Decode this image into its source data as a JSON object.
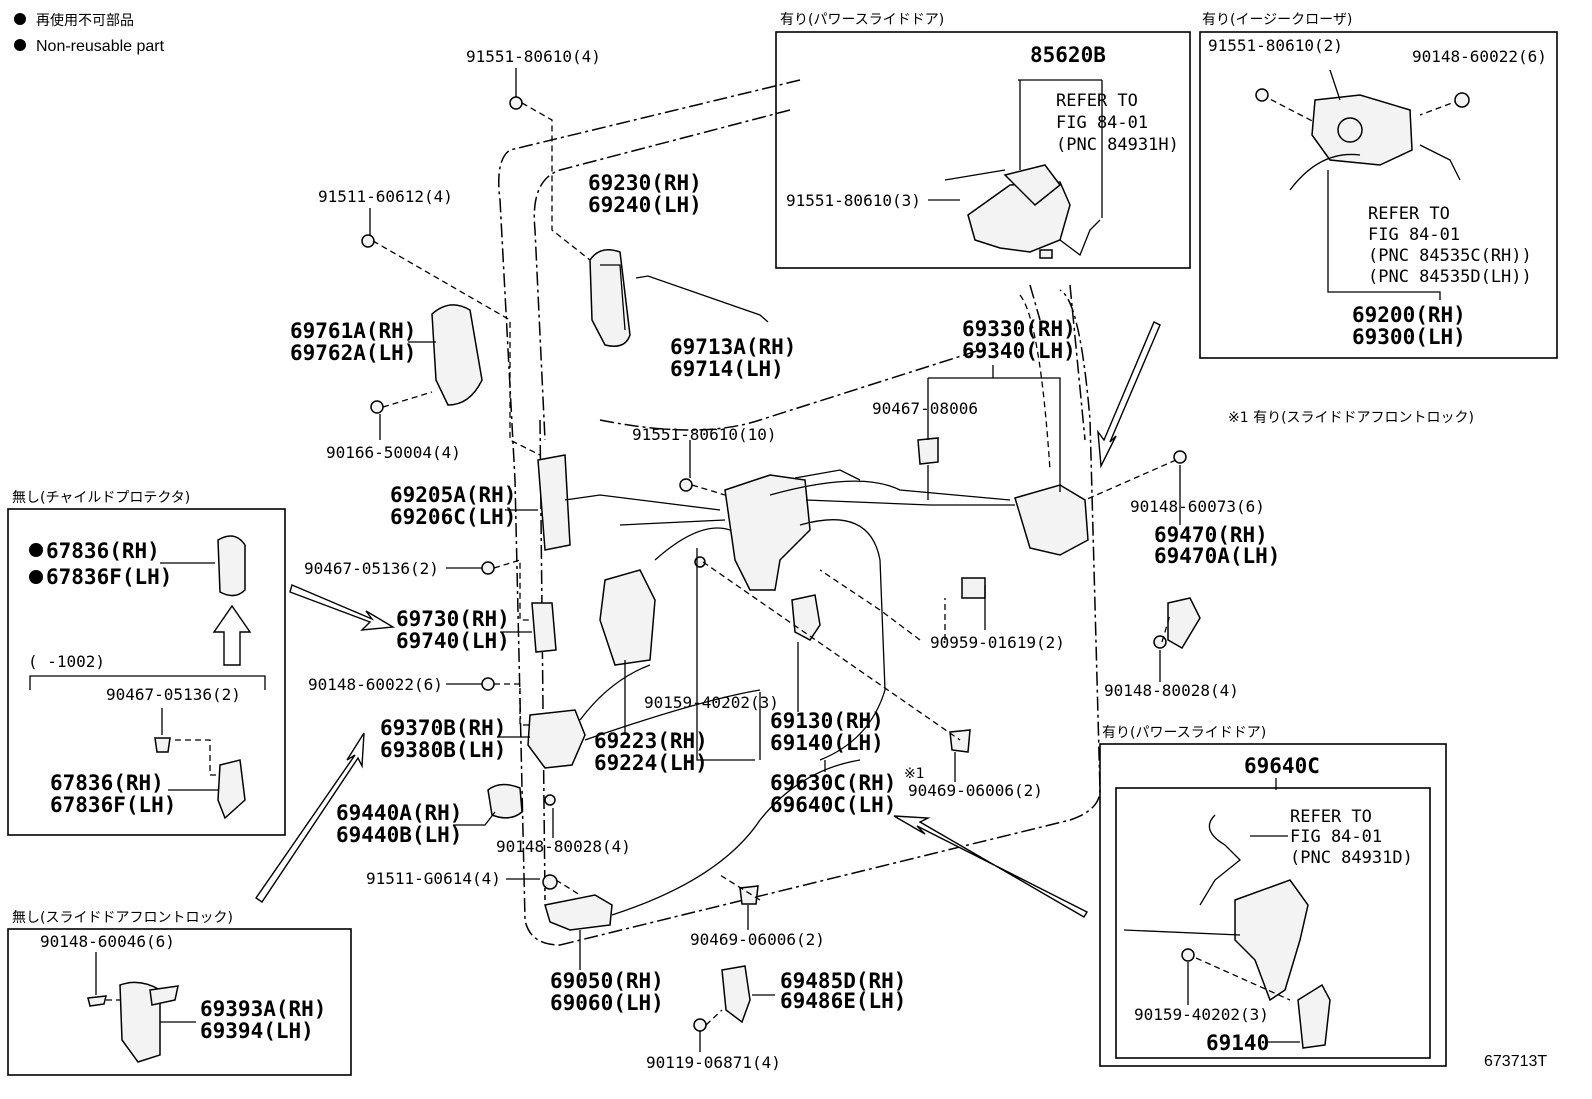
{
  "legend": {
    "japanese": "再使用不可部品",
    "english": "Non-reusable part"
  },
  "diagram_id": "673713T",
  "panels": {
    "power_slide_top": {
      "title": "有り(パワースライドドア)",
      "part": "85620B",
      "refer": [
        "REFER TO",
        "FIG 84-01",
        "(PNC 84931H)"
      ],
      "bolt": "91551-80610(3)"
    },
    "easy_closer": {
      "title": "有り(イージークローザ)",
      "bolt_left": "91551-80610(2)",
      "bolt_right": "90148-60022(6)",
      "refer": [
        "REFER TO",
        "FIG 84-01",
        "(PNC 84535C(RH))",
        "(PNC 84535D(LH))"
      ],
      "part_rh": "69200(RH)",
      "part_lh": "69300(LH)"
    },
    "child_protector": {
      "title": "無し(チャイルドプロテクタ)",
      "part_rh": "67836(RH)",
      "part_lh": "67836F(LH)",
      "range": "( -1002)",
      "clip": "90467-05136(2)",
      "part2_rh": "67836(RH)",
      "part2_lh": "67836F(LH)"
    },
    "no_front_lock": {
      "title": "無し(スライドドアフロントロック)",
      "bolt": "90148-60046(6)",
      "part_rh": "69393A(RH)",
      "part_lh": "69394(LH)"
    },
    "power_slide_bottom": {
      "title": "有り(パワースライドドア)",
      "part": "69640C",
      "refer": [
        "REFER TO",
        "FIG 84-01",
        "(PNC 84931D)"
      ],
      "bolt": "90159-40202(3)",
      "part2": "69140"
    }
  },
  "front_lock_note": "※1 有り(スライドドアフロントロック)",
  "note_mark": "※1",
  "callouts": {
    "c_91551_4": "91551-80610(4)",
    "c_91511_612": "91511-60612(4)",
    "c_69230": "69230(RH)",
    "c_69240": "69240(LH)",
    "c_69761": "69761A(RH)",
    "c_69762": "69762A(LH)",
    "c_69713": "69713A(RH)",
    "c_69714": "69714(LH)",
    "c_90166": "90166-50004(4)",
    "c_91551_10": "91551-80610(10)",
    "c_69330": "69330(RH)",
    "c_69340": "69340(LH)",
    "c_90467_08006": "90467-08006",
    "c_69205": "69205A(RH)",
    "c_69206": "69206C(LH)",
    "c_90148_73": "90148-60073(6)",
    "c_69470": "69470(RH)",
    "c_69470a": "69470A(LH)",
    "c_90467_05136": "90467-05136(2)",
    "c_69730": "69730(RH)",
    "c_69740": "69740(LH)",
    "c_90959": "90959-01619(2)",
    "c_90148_80028_r": "90148-80028(4)",
    "c_90148_22": "90148-60022(6)",
    "c_90159": "90159-40202(3)",
    "c_69130": "69130(RH)",
    "c_69140": "69140(LH)",
    "c_69370": "69370B(RH)",
    "c_69380": "69380B(LH)",
    "c_69223": "69223(RH)",
    "c_69224": "69224(LH)",
    "c_90469_r": "90469-06006(2)",
    "c_69630": "69630C(RH)",
    "c_69640": "69640C(LH)",
    "c_69440a": "69440A(RH)",
    "c_69440b": "69440B(LH)",
    "c_90148_80028_l": "90148-80028(4)",
    "c_91511_g0614": "91511-G0614(4)",
    "c_90469_b": "90469-06006(2)",
    "c_69050": "69050(RH)",
    "c_69060": "69060(LH)",
    "c_69485": "69485D(RH)",
    "c_69486": "69486E(LH)",
    "c_90119": "90119-06871(4)"
  }
}
